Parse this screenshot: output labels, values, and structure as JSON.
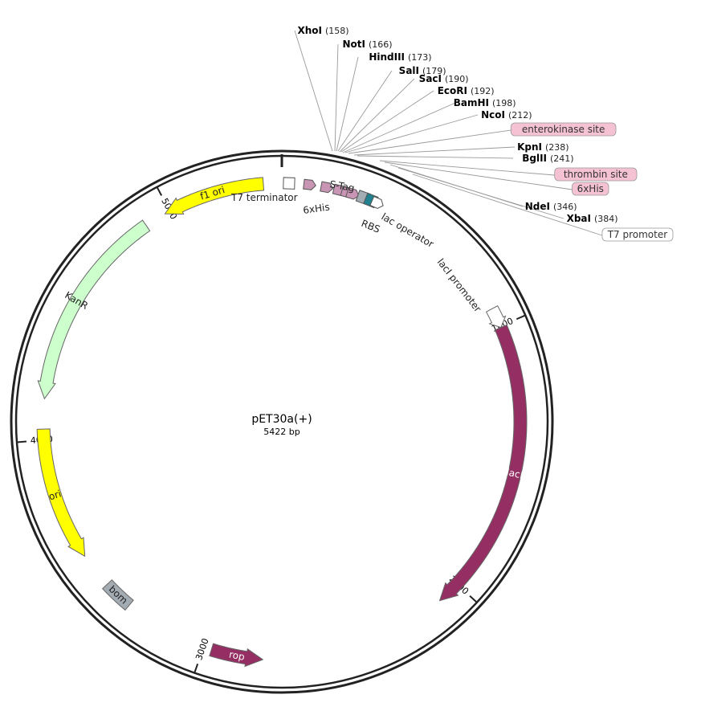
{
  "plasmid": {
    "name": "pET30a(+)",
    "length_label": "5422 bp",
    "length": 5422
  },
  "colors": {
    "lacI": "#952f63",
    "rop": "#952f63",
    "ori": "#ffff00",
    "f1_ori": "#ffff00",
    "KanR": "#ccffcc",
    "bom": "#a3abb3",
    "tag": "#c895b5",
    "RBS": "#a3abb3",
    "lac_operator": "#22818e",
    "white": "#ffffff",
    "box_fill": "#f4c2d3"
  },
  "ticks": [
    {
      "pos": 1000,
      "label": "1000"
    },
    {
      "pos": 2000,
      "label": "2000"
    },
    {
      "pos": 3000,
      "label": "3000"
    },
    {
      "pos": 4000,
      "label": "4000"
    },
    {
      "pos": 5000,
      "label": "5000"
    }
  ],
  "features": [
    {
      "name": "lacI",
      "start": 1005,
      "end": 2087,
      "dir": 1,
      "color": "#952f63",
      "label_inside": "lacI",
      "text_color": "#ffffff"
    },
    {
      "name": "rop",
      "start": 2780,
      "end": 2970,
      "dir": -1,
      "color": "#952f63",
      "label_inside": "rop",
      "text_color": "#ffffff"
    },
    {
      "name": "bom",
      "start": 3310,
      "end": 3420,
      "dir": 0,
      "color": "#a3abb3",
      "label_inside": "bom",
      "text_color": "#222222"
    },
    {
      "name": "ori",
      "start": 3550,
      "end": 4040,
      "dir": -1,
      "color": "#ffff00",
      "label_inside": "ori",
      "text_color": "#222222"
    },
    {
      "name": "KanR",
      "start": 4150,
      "end": 4900,
      "dir": -1,
      "color": "#ccffcc",
      "label_inside": "KanR",
      "text_color": "#222222"
    },
    {
      "name": "f1 ori",
      "start": 4980,
      "end": 5355,
      "dir": -1,
      "color": "#ffff00",
      "label_inside": "f1 ori",
      "text_color": "#222222"
    },
    {
      "name": "lacI promoter",
      "start": 930,
      "end": 1005,
      "dir": 1,
      "color": "#ffffff",
      "label_inside": "",
      "text_color": "#222222"
    }
  ],
  "small_features": [
    {
      "name": "T7 terminator",
      "pos": 26,
      "color": "#ffffff",
      "shape": "box"
    },
    {
      "name": "6xHis",
      "pos": 100,
      "color": "#c895b5",
      "shape": "arrow"
    },
    {
      "name": "S-Tag",
      "pos": 163,
      "color": "#c895b5",
      "shape": "arrow"
    },
    {
      "name": "tag2",
      "pos": 210,
      "color": "#c895b5",
      "shape": "arrow"
    },
    {
      "name": "tag3",
      "pos": 240,
      "color": "#c895b5",
      "shape": "arrow"
    },
    {
      "name": "tag4",
      "pos": 260,
      "color": "#c895b5",
      "shape": "arrow"
    },
    {
      "name": "RBS",
      "pos": 300,
      "color": "#a3abb3",
      "shape": "box"
    },
    {
      "name": "lac operator",
      "pos": 330,
      "color": "#22818e",
      "shape": "box"
    },
    {
      "name": "T7 promoter",
      "pos": 355,
      "color": "#ffffff",
      "shape": "arrow"
    }
  ],
  "feature_labels": {
    "t7_terminator": "T7 terminator",
    "his": "6xHis",
    "stag": "S-Tag",
    "rbs": "RBS",
    "lac_operator": "lac operator",
    "laci_promoter": "lacI promoter"
  },
  "sites": [
    {
      "name": "XhoI",
      "pos": "(158)"
    },
    {
      "name": "NotI",
      "pos": "(166)"
    },
    {
      "name": "HindIII",
      "pos": "(173)"
    },
    {
      "name": "SalI",
      "pos": "(179)"
    },
    {
      "name": "SacI",
      "pos": "(190)"
    },
    {
      "name": "EcoRI",
      "pos": "(192)"
    },
    {
      "name": "BamHI",
      "pos": "(198)"
    },
    {
      "name": "NcoI",
      "pos": "(212)"
    },
    {
      "name": "enterokinase site",
      "pos": "",
      "boxed": true
    },
    {
      "name": "KpnI",
      "pos": "(238)"
    },
    {
      "name": "BglII",
      "pos": "(241)"
    },
    {
      "name": "thrombin site",
      "pos": "",
      "boxed": true
    },
    {
      "name": "6xHis",
      "pos": "",
      "boxed": true
    },
    {
      "name": "NdeI",
      "pos": "(346)"
    },
    {
      "name": "XbaI",
      "pos": "(384)"
    },
    {
      "name": "T7 promoter",
      "pos": "",
      "boxed": true,
      "white": true
    }
  ]
}
